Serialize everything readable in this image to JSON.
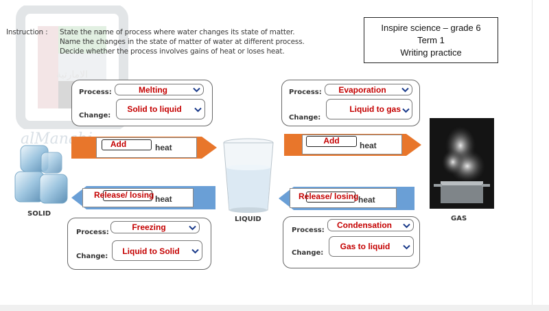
{
  "instruction": {
    "label": "Instruction :",
    "line1": "State the name of process where water changes its state of matter.",
    "line2": "Name the changes in the state of matter of water at different process.",
    "line3": "Decide whether the process involves gains of heat or loses heat."
  },
  "info_box": {
    "line1": "Inspire science – grade 6",
    "line2": "Term 1",
    "line3": "Writing practice"
  },
  "watermark": {
    "arabic": "الامارتية",
    "latin": "alManahj"
  },
  "labels": {
    "process": "Process:",
    "change": "Change:",
    "heat": "heat"
  },
  "states": {
    "solid": "SOLID",
    "liquid": "LIQUID",
    "gas": "GAS"
  },
  "cards": {
    "melting": {
      "process": "Melting",
      "change": "Solid to liquid"
    },
    "evaporation": {
      "process": "Evaporation",
      "change": "Liquid to gas"
    },
    "freezing": {
      "process": "Freezing",
      "change": "Liquid to Solid"
    },
    "condensation": {
      "process": "Condensation",
      "change": "Gas to liquid"
    }
  },
  "arrows": {
    "solid_to_liquid": {
      "answer": "Add"
    },
    "liquid_to_gas": {
      "answer": "Add"
    },
    "liquid_to_solid": {
      "answer": "Release/ losing"
    },
    "gas_to_liquid": {
      "answer": "Release/ losing"
    }
  },
  "colors": {
    "orange_arrow": "#e8762b",
    "blue_arrow": "#6a9fd6",
    "answer_red": "#c40000"
  }
}
